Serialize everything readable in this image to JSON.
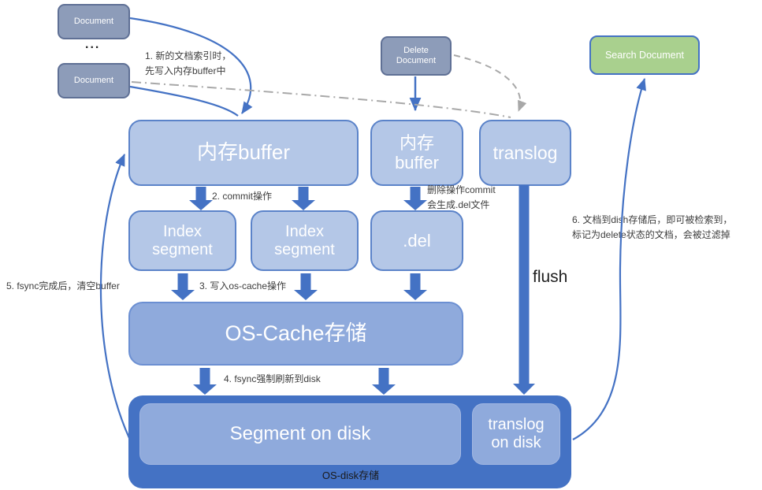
{
  "nodes": {
    "document_top": "Document",
    "ellipsis": "...",
    "document_bottom": "Document",
    "delete_document_line1": "Delete",
    "delete_document_line2": "Document",
    "memory_buffer": "内存buffer",
    "memory_buffer_small_line1": "内存",
    "memory_buffer_small_line2": "buffer",
    "translog": "translog",
    "index_segment_left_line1": "Index",
    "index_segment_left_line2": "segment",
    "index_segment_right_line1": "Index",
    "index_segment_right_line2": "segment",
    "del_file": ".del",
    "os_cache": "OS-Cache存储",
    "segment_on_disk": "Segment on disk",
    "translog_on_disk_line1": "translog",
    "translog_on_disk_line2": "on disk",
    "os_disk_label": "OS-disk存储",
    "search_document": "Search Document"
  },
  "annotations": {
    "step1_line1": "1. 新的文档索引时，",
    "step1_line2": "先写入内存buffer中",
    "step2": "2. commit操作",
    "step3": "3. 写入os-cache操作",
    "step4": "4. fsync强制刷新到disk",
    "step5": "5. fsync完成后，清空buffer",
    "step6_line1": "6. 文档到dish存储后，即可被检索到，",
    "step6_line2": "标记为delete状态的文档，会被过滤掉",
    "delete_note_line1": "删除操作commit",
    "delete_note_line2": "会生成.del文件",
    "flush": "flush"
  },
  "colors": {
    "light_blue_fill": "#b4c7e7",
    "medium_blue_fill": "#8faadc",
    "dark_blue_fill": "#4472c4",
    "gray_box_fill": "#8d9cb9",
    "green_fill": "#a9d08e",
    "arrow_blue": "#4472c4",
    "gray_line": "#a8a8a8",
    "annotation_text": "#3d3d3d"
  }
}
